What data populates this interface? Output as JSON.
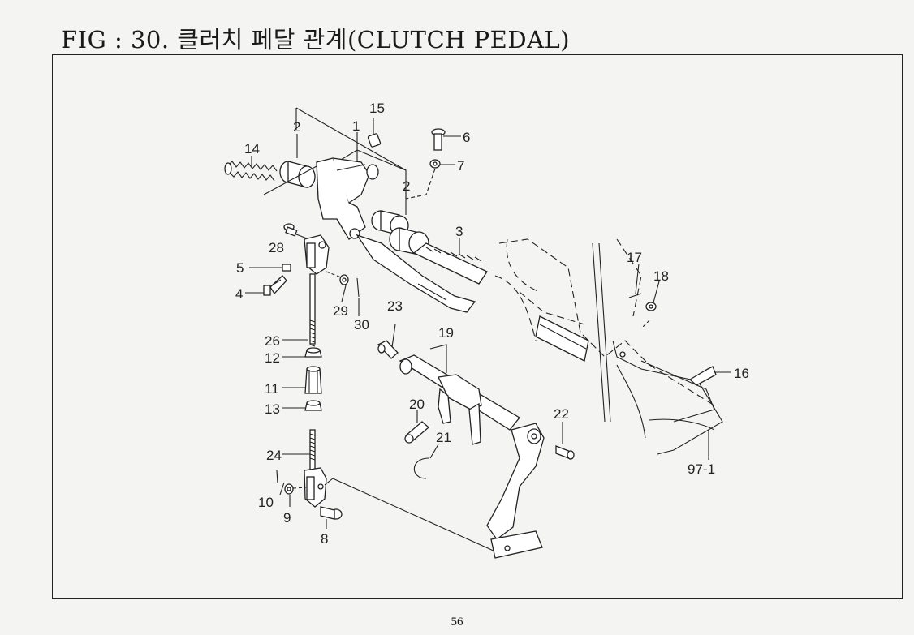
{
  "title": "FIG : 30. 클러치 페달 관계(CLUTCH PEDAL)",
  "page_number": "56",
  "part_labels": [
    "15",
    "2",
    "1",
    "6",
    "14",
    "7",
    "2",
    "3",
    "28",
    "5",
    "4",
    "29",
    "30",
    "23",
    "19",
    "17",
    "18",
    "26",
    "12",
    "11",
    "13",
    "20",
    "22",
    "16",
    "21",
    "24",
    "97-1",
    "10",
    "9",
    "8"
  ]
}
